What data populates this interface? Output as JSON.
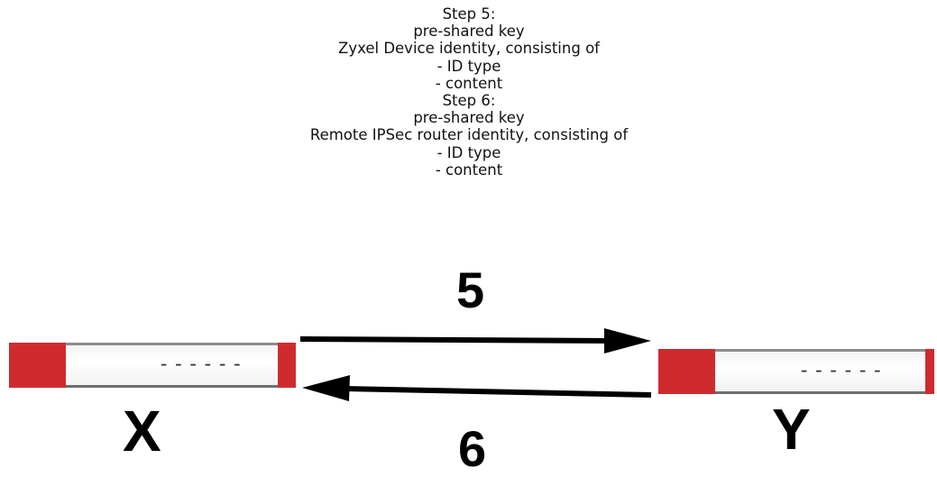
{
  "notes": {
    "lines": [
      "Step 5:",
      "pre-shared key",
      "Zyxel Device identity, consisting of",
      "- ID type",
      "- content",
      "Step 6:",
      "pre-shared key",
      "Remote IPSec router identity, consisting of",
      "- ID type",
      "- content"
    ]
  },
  "arrows": {
    "forward_label": "5",
    "backward_label": "6"
  },
  "devices": {
    "left": {
      "name": "X",
      "ports": "------"
    },
    "right": {
      "name": "Y",
      "ports": "------"
    }
  },
  "colors": {
    "device_accent": "#cf2b2f",
    "arrow": "#000000"
  }
}
